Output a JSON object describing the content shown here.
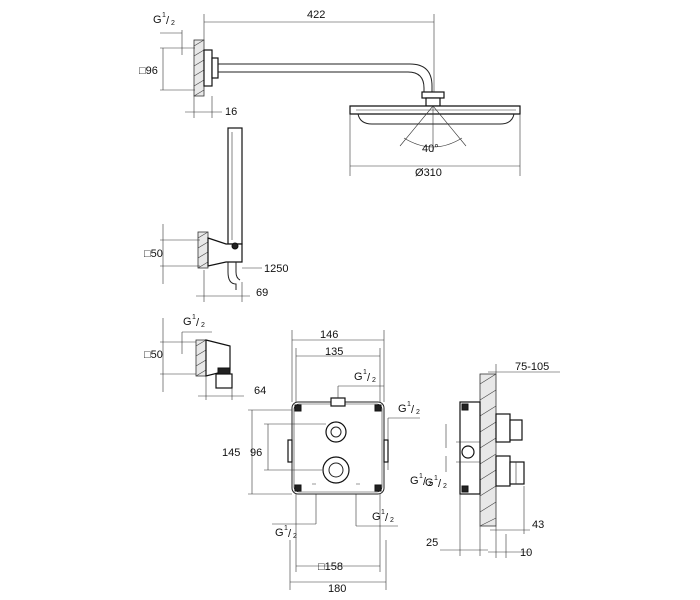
{
  "thread": {
    "prefix": "G",
    "fraction_num": "1",
    "fraction_den": "2"
  },
  "dims": {
    "d422": "422",
    "d96a": "96",
    "d16": "16",
    "d40": "40°",
    "d310": "310",
    "d50a": "50",
    "d1250": "1250",
    "d69": "69",
    "d50b": "50",
    "d64": "64",
    "d146": "146",
    "d135": "135",
    "d145": "145",
    "d96b": "96",
    "d158": "158",
    "d180": "180",
    "d75105": "75-105",
    "d25": "25",
    "d43": "43",
    "d10": "10"
  },
  "symbols": {
    "square": "□",
    "diameter": "Ø"
  }
}
